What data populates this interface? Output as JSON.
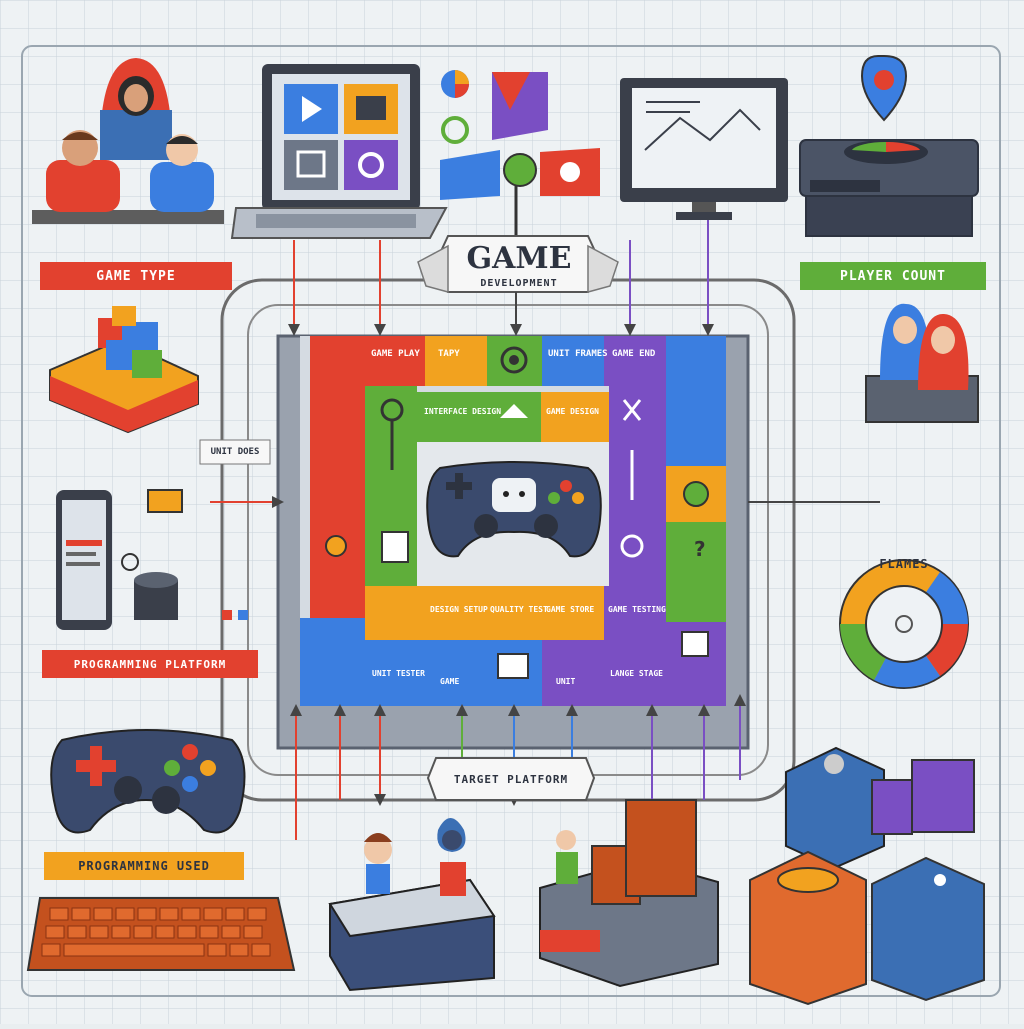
{
  "title": {
    "main": "GAME",
    "sub": "DEVELOPMENT"
  },
  "labels": {
    "game_type": "GAME TYPE",
    "player_count": "PLAYER COUNT",
    "programming_platform": "PROGRAMMING PLATFORM",
    "programming_used": "PROGRAMMING USED",
    "target_platform": "TARGET PLATFORM",
    "flames": "FLAMES",
    "unit_does": "UNIT DOES"
  },
  "board": {
    "top_row": [
      "GAME PLAY",
      "TAPY",
      "",
      "UNIT FRAMES",
      "GAME END",
      ""
    ],
    "inner_row": [
      "INTERFACE DESIGN",
      "",
      "GAME DESIGN"
    ],
    "bottom_row": [
      "DESIGN SETUP",
      "QUALITY TEST",
      "GAME STORE",
      "GAME TESTING"
    ],
    "base_row": [
      "UNIT TESTER",
      "GAME",
      "UNIT",
      "LANGE STAGE"
    ]
  },
  "colors": {
    "red": "#e2412f",
    "orange": "#f2a21f",
    "green": "#5fae3a",
    "blue": "#3b7ee0",
    "purple": "#7a4fc3",
    "navy": "#3a4a6d"
  }
}
